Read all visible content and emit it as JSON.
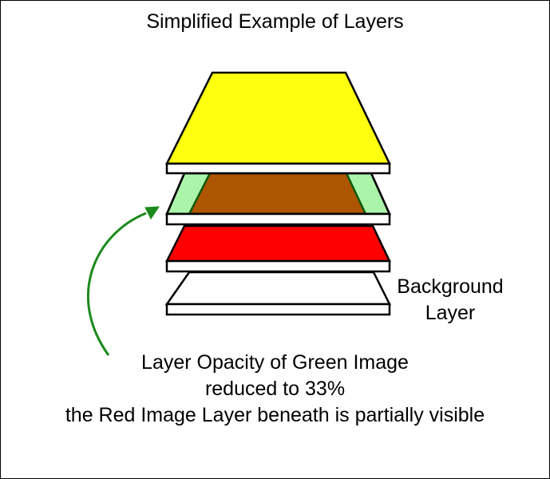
{
  "title": "Simplified Example of Layers",
  "background_label": {
    "line1": "Background",
    "line2": "Layer"
  },
  "annotation": {
    "line1": "Layer Opacity of Green Image",
    "line2": "reduced to 33%",
    "line3": "the Red Image Layer beneath is partially visible"
  },
  "colors": {
    "yellow_layer": "#ffff10",
    "green_layer_tint": "#aaf5aa",
    "green_layer_border": "#0a5a0a",
    "brown_visible": "#ad5500",
    "red_layer": "#ff0000",
    "background_layer": "#ffffff",
    "arrow": "#1a8a1a",
    "outline": "#000000"
  }
}
